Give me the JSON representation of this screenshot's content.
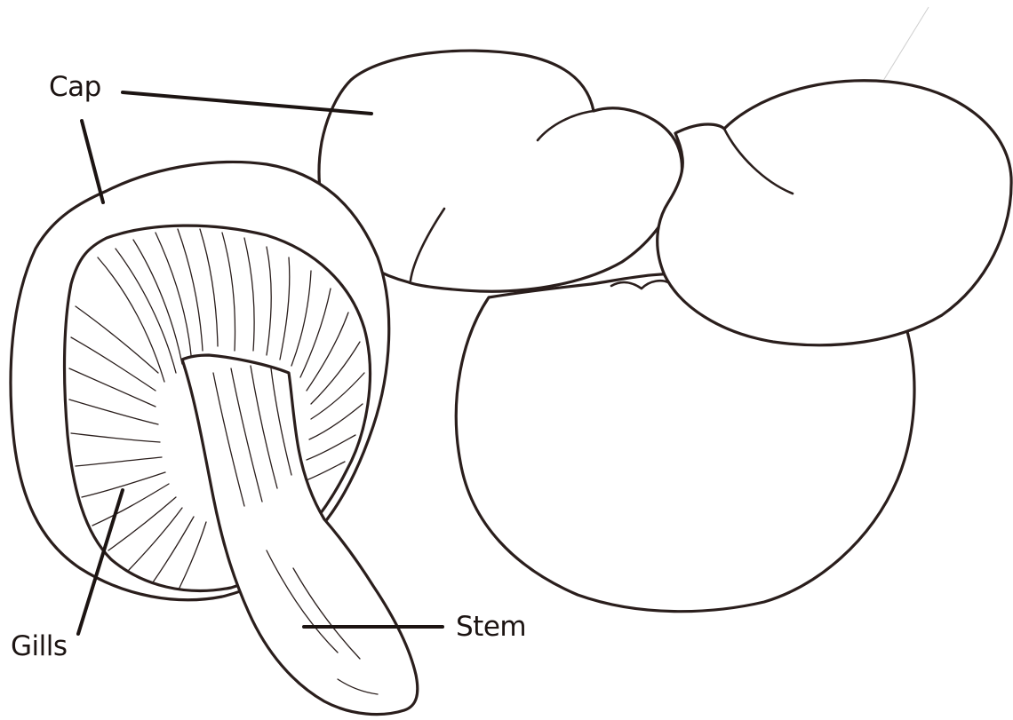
{
  "labels": {
    "cap": "Cap",
    "gills": "Gills",
    "stem": "Stem"
  },
  "colors": {
    "ink": "#2a1e1c",
    "background": "#ffffff"
  }
}
